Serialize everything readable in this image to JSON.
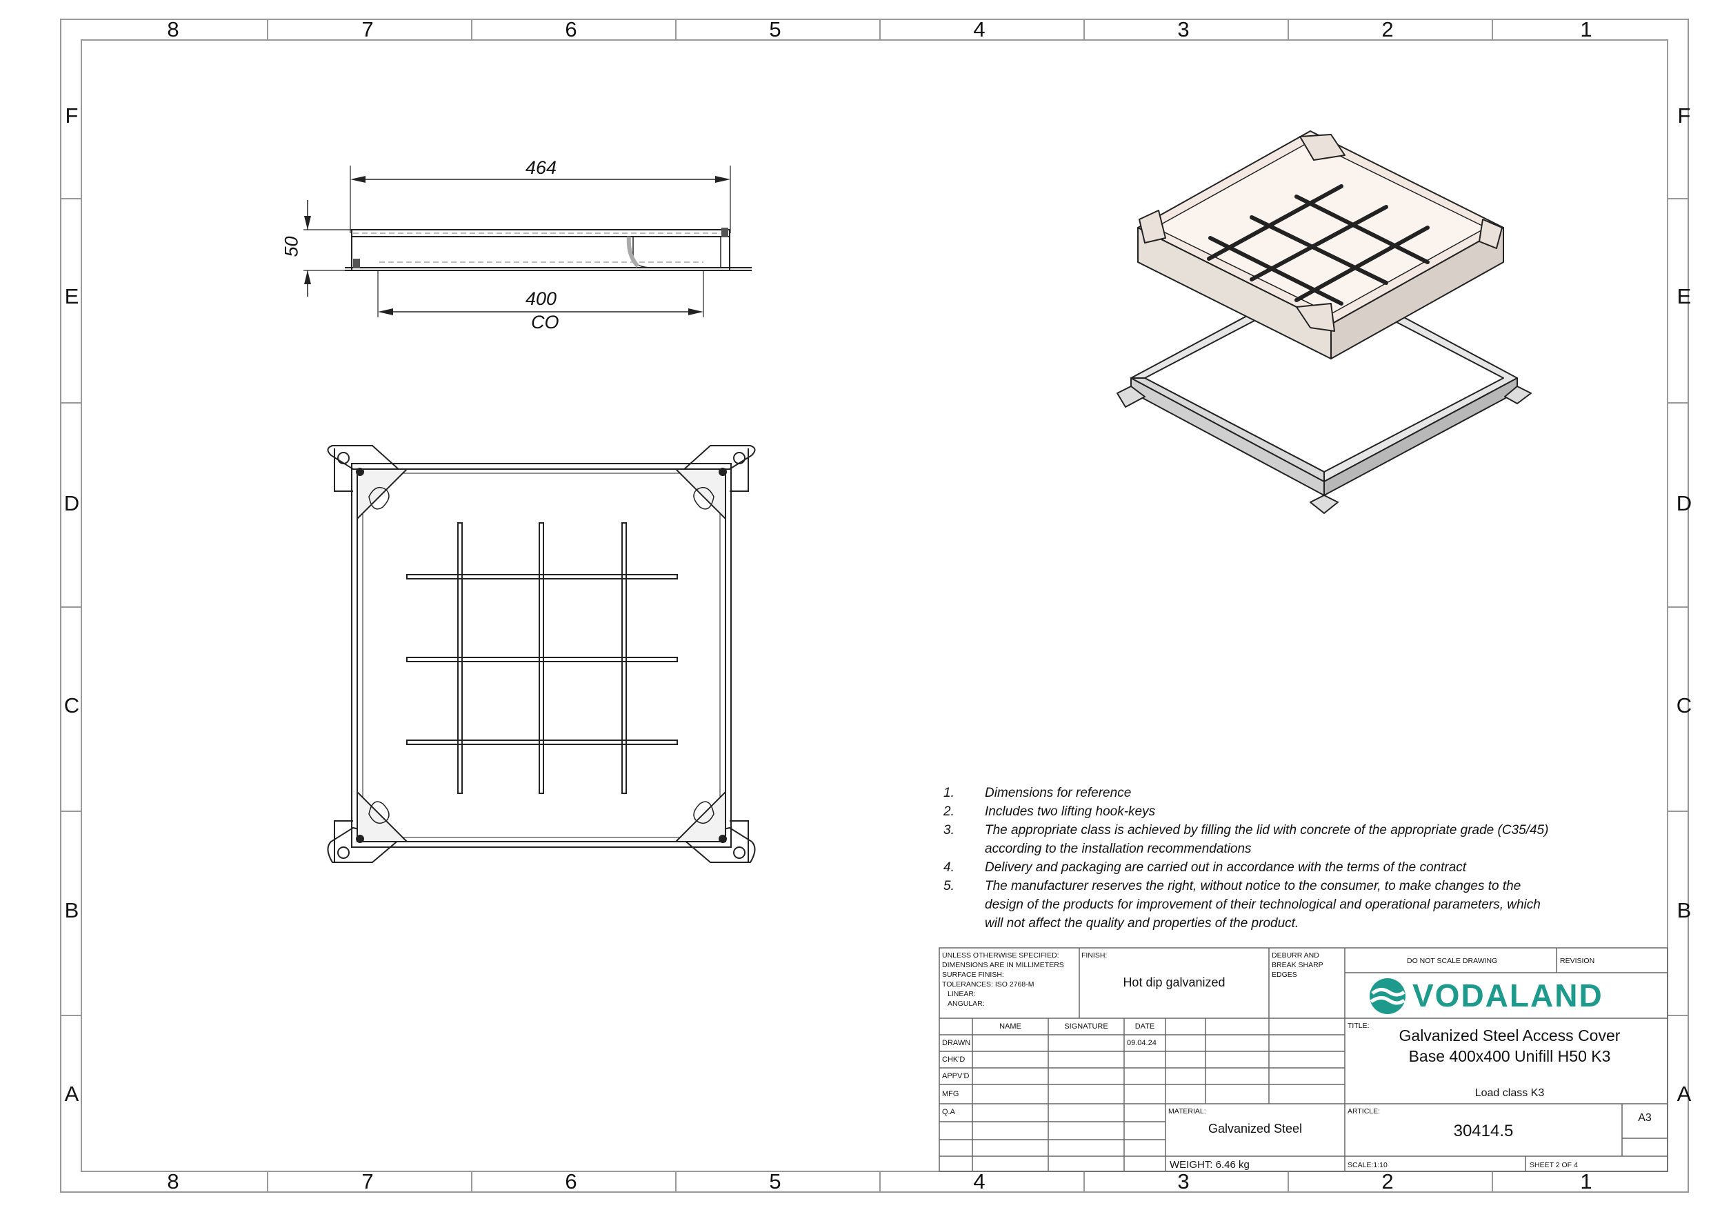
{
  "zones": {
    "columns": [
      "8",
      "7",
      "6",
      "5",
      "4",
      "3",
      "2",
      "1"
    ],
    "rows": [
      "F",
      "E",
      "D",
      "C",
      "B",
      "A"
    ]
  },
  "dimensions": {
    "overall_width": "464",
    "height": "50",
    "clear_opening": "400",
    "clear_opening_label": "CO"
  },
  "notes": [
    {
      "num": "1.",
      "lines": [
        "Dimensions for reference"
      ]
    },
    {
      "num": "2.",
      "lines": [
        "Includes two lifting hook-keys"
      ]
    },
    {
      "num": "3.",
      "lines": [
        "The appropriate class is achieved by filling the lid with concrete of the appropriate grade (C35/45)",
        "according to the installation recommendations"
      ]
    },
    {
      "num": "4.",
      "lines": [
        "Delivery and packaging are carried out in accordance with the terms of the contract"
      ]
    },
    {
      "num": "5.",
      "lines": [
        "The manufacturer reserves the right, without notice to the consumer, to make changes to the",
        "design of the products for improvement of their technological and operational parameters, which",
        "will not affect the quality and properties of the product."
      ]
    }
  ],
  "title_block": {
    "spec_lines": [
      "UNLESS OTHERWISE SPECIFIED:",
      "DIMENSIONS ARE IN MILLIMETERS",
      "SURFACE FINISH:",
      "TOLERANCES: ISO 2768-m",
      "  LINEAR:",
      "  ANGULAR:"
    ],
    "finish_label": "FINISH:",
    "finish_value": "Hot dip galvanized",
    "deburr_lines": [
      "DEBURR AND",
      "BREAK SHARP",
      "EDGES"
    ],
    "do_not_scale": "DO NOT SCALE DRAWING",
    "revision_label": "REVISION",
    "logo_text": "VODALAND",
    "title_label": "TITLE:",
    "title_line1": "Galvanized Steel Access Cover",
    "title_line2": "Base 400x400 Unifill H50 K3",
    "subtitle": "Load class K3",
    "col_name": "NAME",
    "col_signature": "SIGNATURE",
    "col_date": "DATE",
    "row_drawn": "DRAWN",
    "row_chkd": "CHK'D",
    "row_apprd": "APPV'D",
    "row_mfg": "MFG",
    "row_qa": "Q.A",
    "drawn_date": "09.04.24",
    "material_label": "MATERIAL:",
    "material_value": "Galvanized Steel",
    "weight": "WEIGHT: 6.46 kg",
    "article_label": "ARTICLE:",
    "article_value": "30414.5",
    "sheet_size": "A3",
    "scale": "SCALE:1:10",
    "sheet": "SHEET 2 OF 4",
    "brand_color": "#1e9a8c"
  }
}
